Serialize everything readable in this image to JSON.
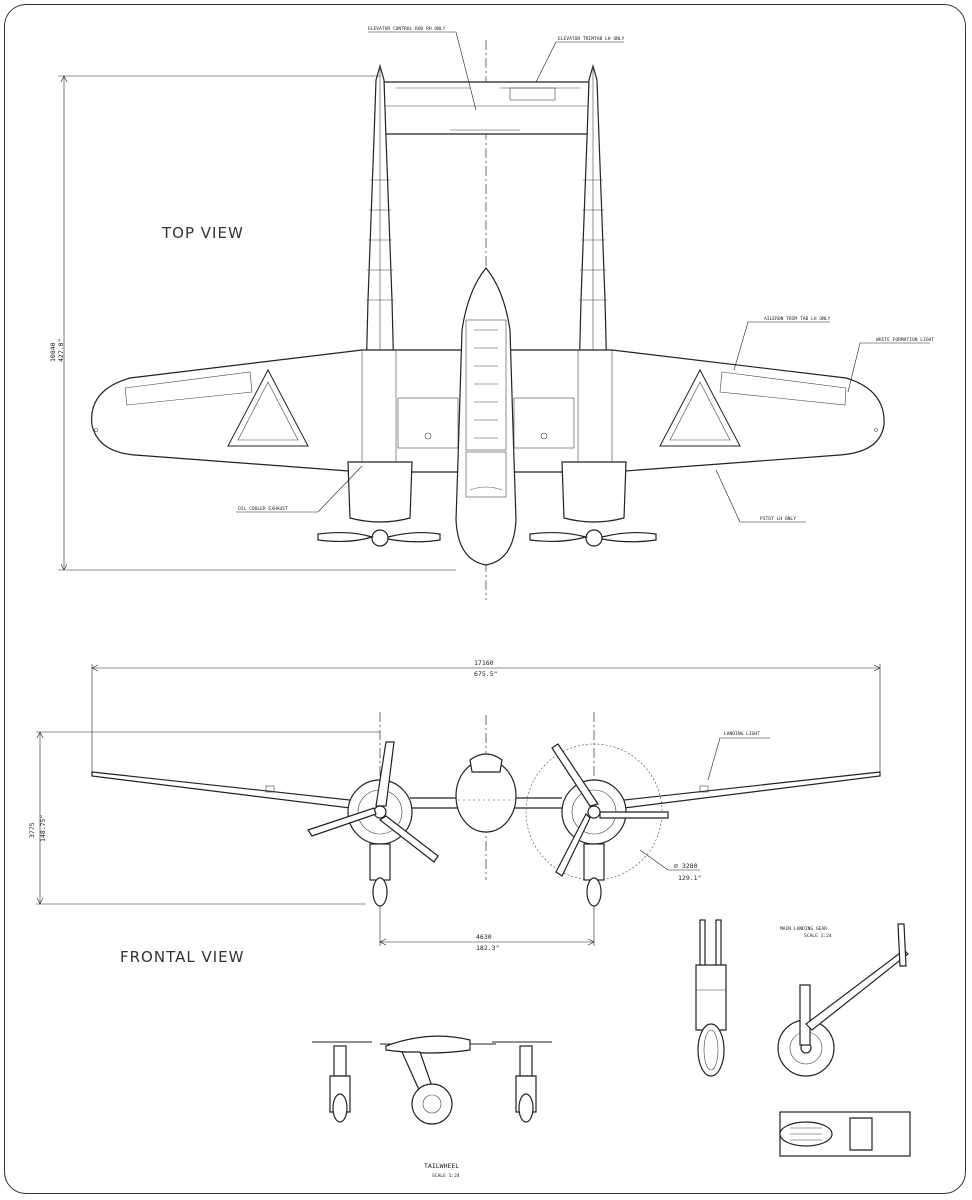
{
  "views": {
    "top": "TOP VIEW",
    "frontal": "FRONTAL VIEW",
    "main_gear": "MAIN LANDING GEAR",
    "main_gear_scale": "SCALE 1:24",
    "tailwheel": "TAILWHEEL",
    "tailwheel_scale": "SCALE 1:24"
  },
  "callouts": {
    "elevator_rod": "ELEVATOR CONTROL ROD RH ONLY",
    "elevator_trim": "ELEVATOR TRIMTAB LH ONLY",
    "aileron_trim": "AILERON TRIM TAB LH ONLY",
    "formation_light": "WHITE FORMATION LIGHT",
    "oil_cooler": "OIL COOLER EXHAUST",
    "pitot": "PITOT LH ONLY",
    "landing_light": "LANDING LIGHT"
  },
  "dimensions": {
    "length_mm": "10840",
    "length_in": "427.0\"",
    "span_mm": "17160",
    "span_in": "675.5\"",
    "height_mm": "3775",
    "height_in": "148.75\"",
    "track_mm": "4630",
    "track_in": "182.3\"",
    "prop_mm": "⌀ 3280",
    "prop_in": "129.1\""
  }
}
